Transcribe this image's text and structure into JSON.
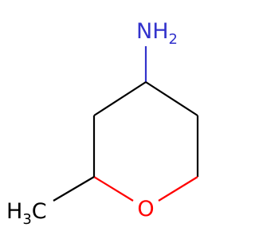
{
  "molecule": {
    "amine_label": {
      "main": "NH",
      "sub": "2"
    },
    "oxygen_label": {
      "main": "O"
    },
    "methyl_label": {
      "main": "H",
      "sub": "3",
      "tail": "C"
    }
  },
  "colors": {
    "bond": "#000000",
    "nitrogen": "#3333cc",
    "oxygen": "#ff0000",
    "carbon_label": "#000000"
  }
}
